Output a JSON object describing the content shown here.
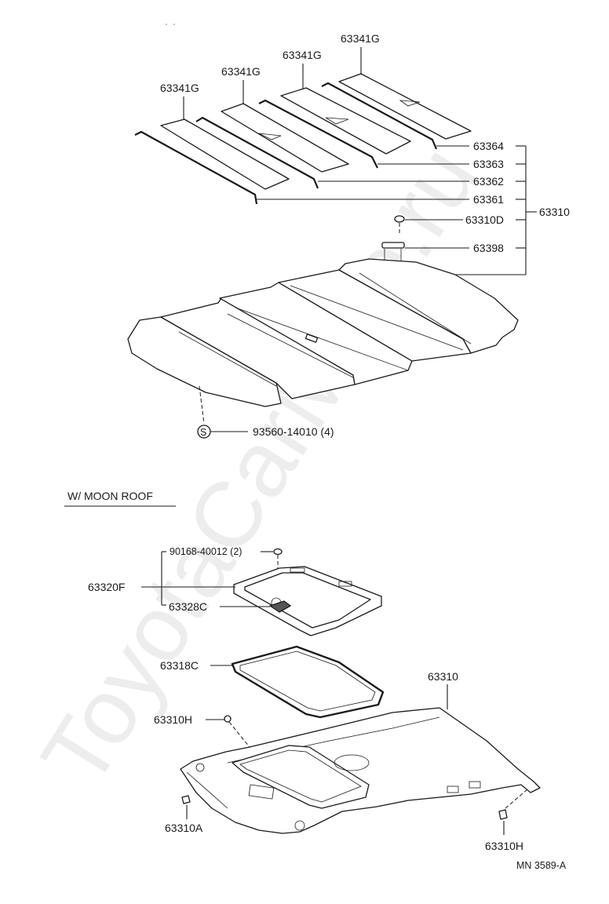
{
  "watermark": "ToyotaCarMine.ru",
  "top_section": {
    "pads": [
      "63341G",
      "63341G",
      "63341G",
      "63341G"
    ],
    "wires": [
      "63364",
      "63363",
      "63362",
      "63361"
    ],
    "clip": "63310D",
    "bracket": "63398",
    "assembly": "63310",
    "screw_symbol": "S",
    "screw": "93560-14010 (4)"
  },
  "moon_roof_section": {
    "heading": "W/ MOON ROOF",
    "screw": "90168-40012 (2)",
    "sunshade": "63320F",
    "knob": "63328C",
    "garnish": "63318C",
    "headlining": "63310",
    "clip_h_left": "63310H",
    "clip_a": "63310A",
    "clip_h_right": "63310H"
  },
  "figure_code": "MN 3589-A"
}
